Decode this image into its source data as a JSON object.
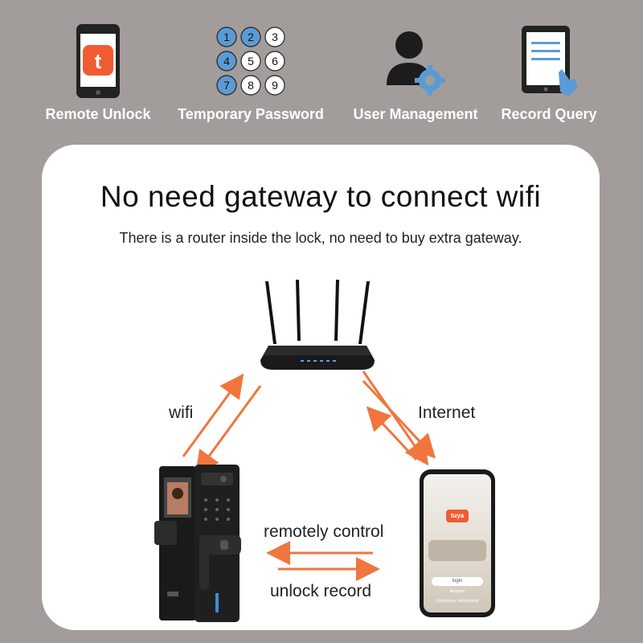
{
  "features": [
    {
      "label": "Remote Unlock",
      "icon": "tuya-phone-icon"
    },
    {
      "label": "Temporary Password",
      "icon": "keypad-icon",
      "keys": [
        "1",
        "2",
        "3",
        "4",
        "5",
        "6",
        "7",
        "8",
        "9"
      ]
    },
    {
      "label": "User Management",
      "icon": "user-gear-icon"
    },
    {
      "label": "Record Query",
      "icon": "tablet-touch-icon"
    }
  ],
  "panel": {
    "headline": "No need gateway to connect wifi",
    "subline": "There is a router inside the lock, no need to buy extra gateway."
  },
  "diagram": {
    "wifi_label": "wifi",
    "internet_label": "Internet",
    "remote_label": "remotely control",
    "record_label": "unlock record",
    "phone_brand": "tuya",
    "phone_button_login": "login",
    "phone_button_register": "Register",
    "phone_button_experience": "Experience immediately"
  },
  "colors": {
    "background": "#a29d9a",
    "tuya_orange": "#f05b32",
    "keypad_blue": "#5b9bd5",
    "arrow_orange": "#f0763e"
  }
}
